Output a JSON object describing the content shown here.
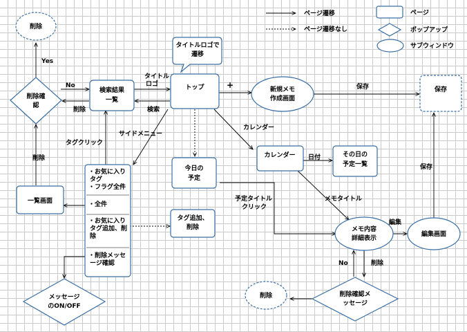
{
  "legend": {
    "page_transition": "ページ遷移",
    "page_transition_none": "ページ遷移なし",
    "page": "ページ",
    "popup": "ポップアップ",
    "subwindow": "サブウィンドウ"
  },
  "nodes": {
    "delete_popup_top": "削除",
    "delete_confirm_left": [
      "削除確",
      "認"
    ],
    "search_results": [
      "検索結果",
      "一覧"
    ],
    "title_logo_callout": [
      "タイトルロゴで",
      "遷移"
    ],
    "top": "トップ",
    "new_memo": [
      "新規メモ",
      "作成画面"
    ],
    "save_page": "保存",
    "list_screen": "一覧画面",
    "side_menu": {
      "block1": [
        "・お気に入り",
        "タグ",
        "・フラグ全件"
      ],
      "block2": [
        "・全件"
      ],
      "block3": [
        "・お気に入り",
        "タグ追加、削",
        "除"
      ],
      "block4": [
        "・削除メッセ",
        "ージ確認"
      ]
    },
    "today_schedule": [
      "今日の",
      "予定"
    ],
    "tag_add_delete": [
      "タグ追加、",
      "削除"
    ],
    "calendar": "カレンダー",
    "day_schedule": [
      "その日の",
      "予定一覧"
    ],
    "memo_detail": [
      "メモ内容",
      "詳細表示"
    ],
    "edit_screen": "編集画面",
    "message_onoff": [
      "メッセージ",
      "のON/OFF"
    ],
    "delete_confirm_msg": [
      "削除確認メ",
      "ッセージ"
    ],
    "delete_bottom": "削除"
  },
  "edges": {
    "yes": "Yes",
    "no_left": "No",
    "delete_left": "削除",
    "title_logo": [
      "タイトル",
      "ロゴ"
    ],
    "search": "検索",
    "plus": "+",
    "save_top": "保存",
    "side_menu": "サイドメニュー",
    "tag_click": "タグクリック",
    "delete_vertical": "削除",
    "calendar_label": "カレンダー",
    "date": "日付",
    "memo_title": "メモタイトル",
    "schedule_title_click": [
      "予定タイトル",
      "クリック"
    ],
    "edit": "編集",
    "save_vertical": "保存",
    "no_bottom": "No",
    "delete_bottom": "削除"
  }
}
